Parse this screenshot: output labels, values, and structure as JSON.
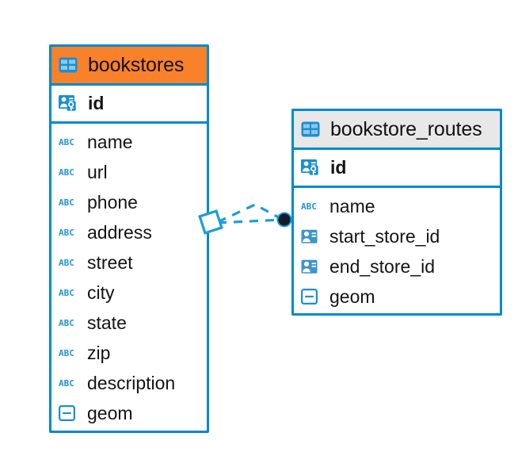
{
  "diagram": {
    "kind": "entity-relationship-diagram",
    "background": "#ffffff",
    "accent_color": "#0089cf",
    "highlight_color": "#f9812a",
    "header_grey": "#e8e8e8",
    "icon_blue": "#2196d8"
  },
  "entities": [
    {
      "id": "bookstores",
      "name": "bookstores",
      "header_style": "orange",
      "header_icon": "table-icon",
      "primary_key": {
        "name": "id",
        "icon": "primary-key-icon"
      },
      "fields": [
        {
          "name": "name",
          "icon": "text-type-icon",
          "icon_label": "ABC"
        },
        {
          "name": "url",
          "icon": "text-type-icon",
          "icon_label": "ABC"
        },
        {
          "name": "phone",
          "icon": "text-type-icon",
          "icon_label": "ABC"
        },
        {
          "name": "address",
          "icon": "text-type-icon",
          "icon_label": "ABC"
        },
        {
          "name": "street",
          "icon": "text-type-icon",
          "icon_label": "ABC"
        },
        {
          "name": "city",
          "icon": "text-type-icon",
          "icon_label": "ABC"
        },
        {
          "name": "state",
          "icon": "text-type-icon",
          "icon_label": "ABC"
        },
        {
          "name": "zip",
          "icon": "text-type-icon",
          "icon_label": "ABC"
        },
        {
          "name": "description",
          "icon": "text-type-icon",
          "icon_label": "ABC"
        },
        {
          "name": "geom",
          "icon": "geometry-type-icon",
          "icon_label": ""
        }
      ]
    },
    {
      "id": "bookstore_routes",
      "name": "bookstore_routes",
      "header_style": "grey",
      "header_icon": "table-icon",
      "primary_key": {
        "name": "id",
        "icon": "primary-key-icon"
      },
      "fields": [
        {
          "name": "name",
          "icon": "text-type-icon",
          "icon_label": "ABC"
        },
        {
          "name": "start_store_id",
          "icon": "foreign-key-icon",
          "icon_label": ""
        },
        {
          "name": "end_store_id",
          "icon": "foreign-key-icon",
          "icon_label": ""
        },
        {
          "name": "geom",
          "icon": "geometry-type-icon",
          "icon_label": ""
        }
      ]
    }
  ],
  "relationship": {
    "from": "bookstores",
    "to": "bookstore_routes",
    "line_style": "dashed",
    "line_color": "#1b9dd9",
    "source_marker": "diamond-outline",
    "target_marker": "filled-circle",
    "target_marker_color": "#101a2b"
  }
}
